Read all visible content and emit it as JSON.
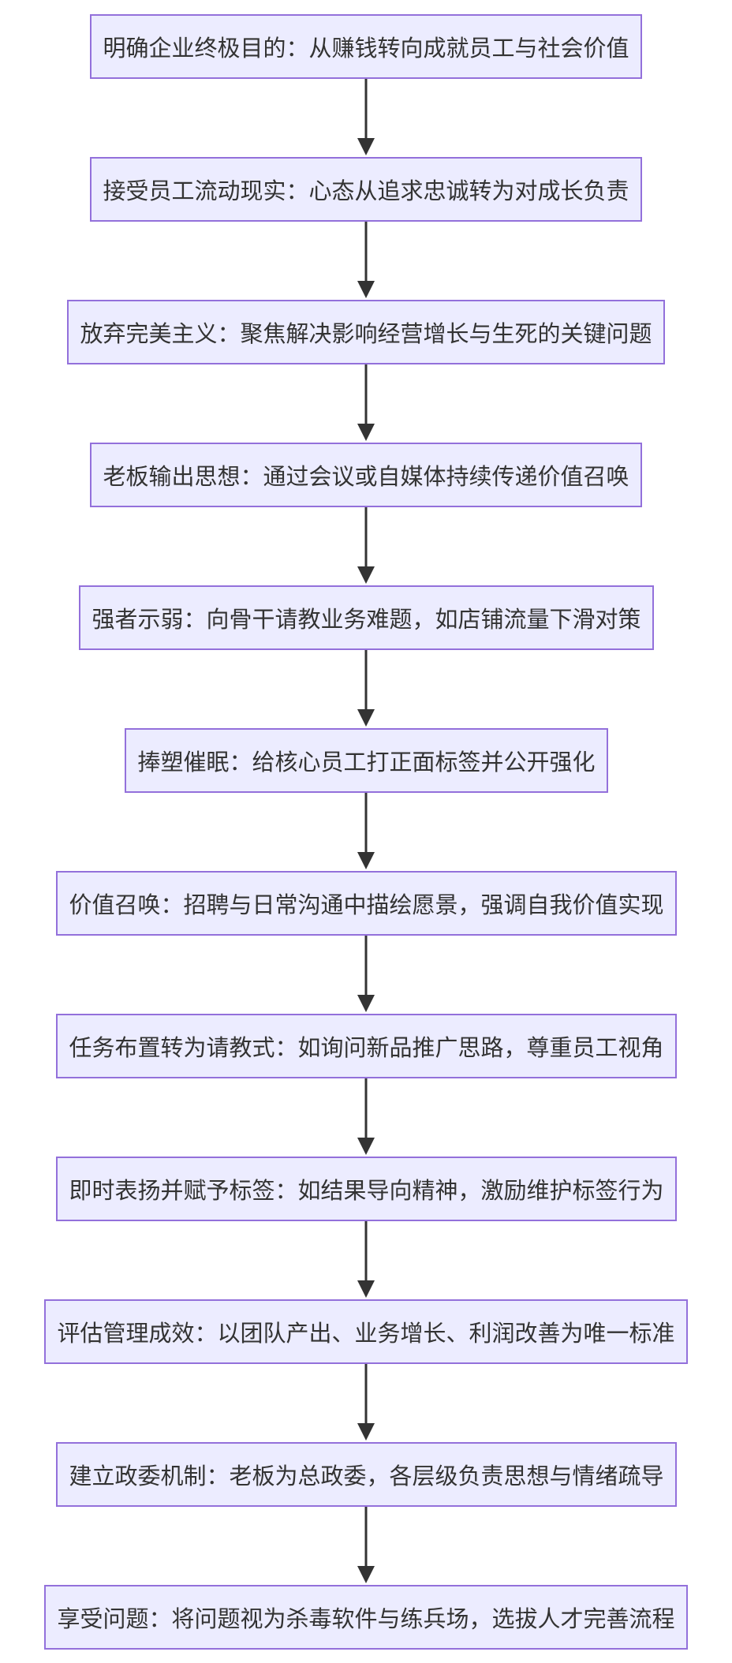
{
  "diagram": {
    "type": "flowchart",
    "direction": "top-down",
    "colors": {
      "node_fill": "#ececff",
      "node_border": "#9370db",
      "edge": "#333333",
      "text": "#333333"
    },
    "nodes": [
      {
        "label": "明确企业终极目的：从赚钱转向成就员工与社会价值"
      },
      {
        "label": "接受员工流动现实：心态从追求忠诚转为对成长负责"
      },
      {
        "label": "放弃完美主义：聚焦解决影响经营增长与生死的关键问题"
      },
      {
        "label": "老板输出思想：通过会议或自媒体持续传递价值召唤"
      },
      {
        "label": "强者示弱：向骨干请教业务难题，如店铺流量下滑对策"
      },
      {
        "label": "捧塑催眠：给核心员工打正面标签并公开强化"
      },
      {
        "label": "价值召唤：招聘与日常沟通中描绘愿景，强调自我价值实现"
      },
      {
        "label": "任务布置转为请教式：如询问新品推广思路，尊重员工视角"
      },
      {
        "label": "即时表扬并赋予标签：如结果导向精神，激励维护标签行为"
      },
      {
        "label": "评估管理成效：以团队产出、业务增长、利润改善为唯一标准"
      },
      {
        "label": "建立政委机制：老板为总政委，各层级负责思想与情绪疏导"
      },
      {
        "label": "享受问题：将问题视为杀毒软件与练兵场，选拔人才完善流程"
      }
    ],
    "edges": [
      {
        "from": 0,
        "to": 1
      },
      {
        "from": 1,
        "to": 2
      },
      {
        "from": 2,
        "to": 3
      },
      {
        "from": 3,
        "to": 4
      },
      {
        "from": 4,
        "to": 5
      },
      {
        "from": 5,
        "to": 6
      },
      {
        "from": 6,
        "to": 7
      },
      {
        "from": 7,
        "to": 8
      },
      {
        "from": 8,
        "to": 9
      },
      {
        "from": 9,
        "to": 10
      },
      {
        "from": 10,
        "to": 11
      }
    ]
  }
}
